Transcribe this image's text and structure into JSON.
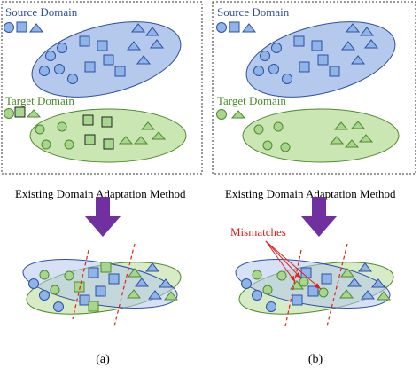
{
  "colors": {
    "source_fill": "#b4c9ec",
    "source_stroke": "#2f4fa3",
    "source_mark": "#8fb4e8",
    "target_fill": "#c9e6b3",
    "target_stroke": "#4f8a2c",
    "target_mark": "#a9d68e",
    "arrow": "#7030a0",
    "mismatch": "#e02020"
  },
  "panels": [
    {
      "id": "a",
      "source_label": "Source Domain",
      "target_label": "Target Domain",
      "method_label": "Existing Domain Adaptation Method",
      "caption": "(a)",
      "target_has_squares": true
    },
    {
      "id": "b",
      "source_label": "Source Domain",
      "target_label": "Target Domain",
      "method_label": "Existing Domain Adaptation Method",
      "caption": "(b)",
      "target_has_squares": false,
      "mismatch_label": "Mismatches"
    }
  ]
}
